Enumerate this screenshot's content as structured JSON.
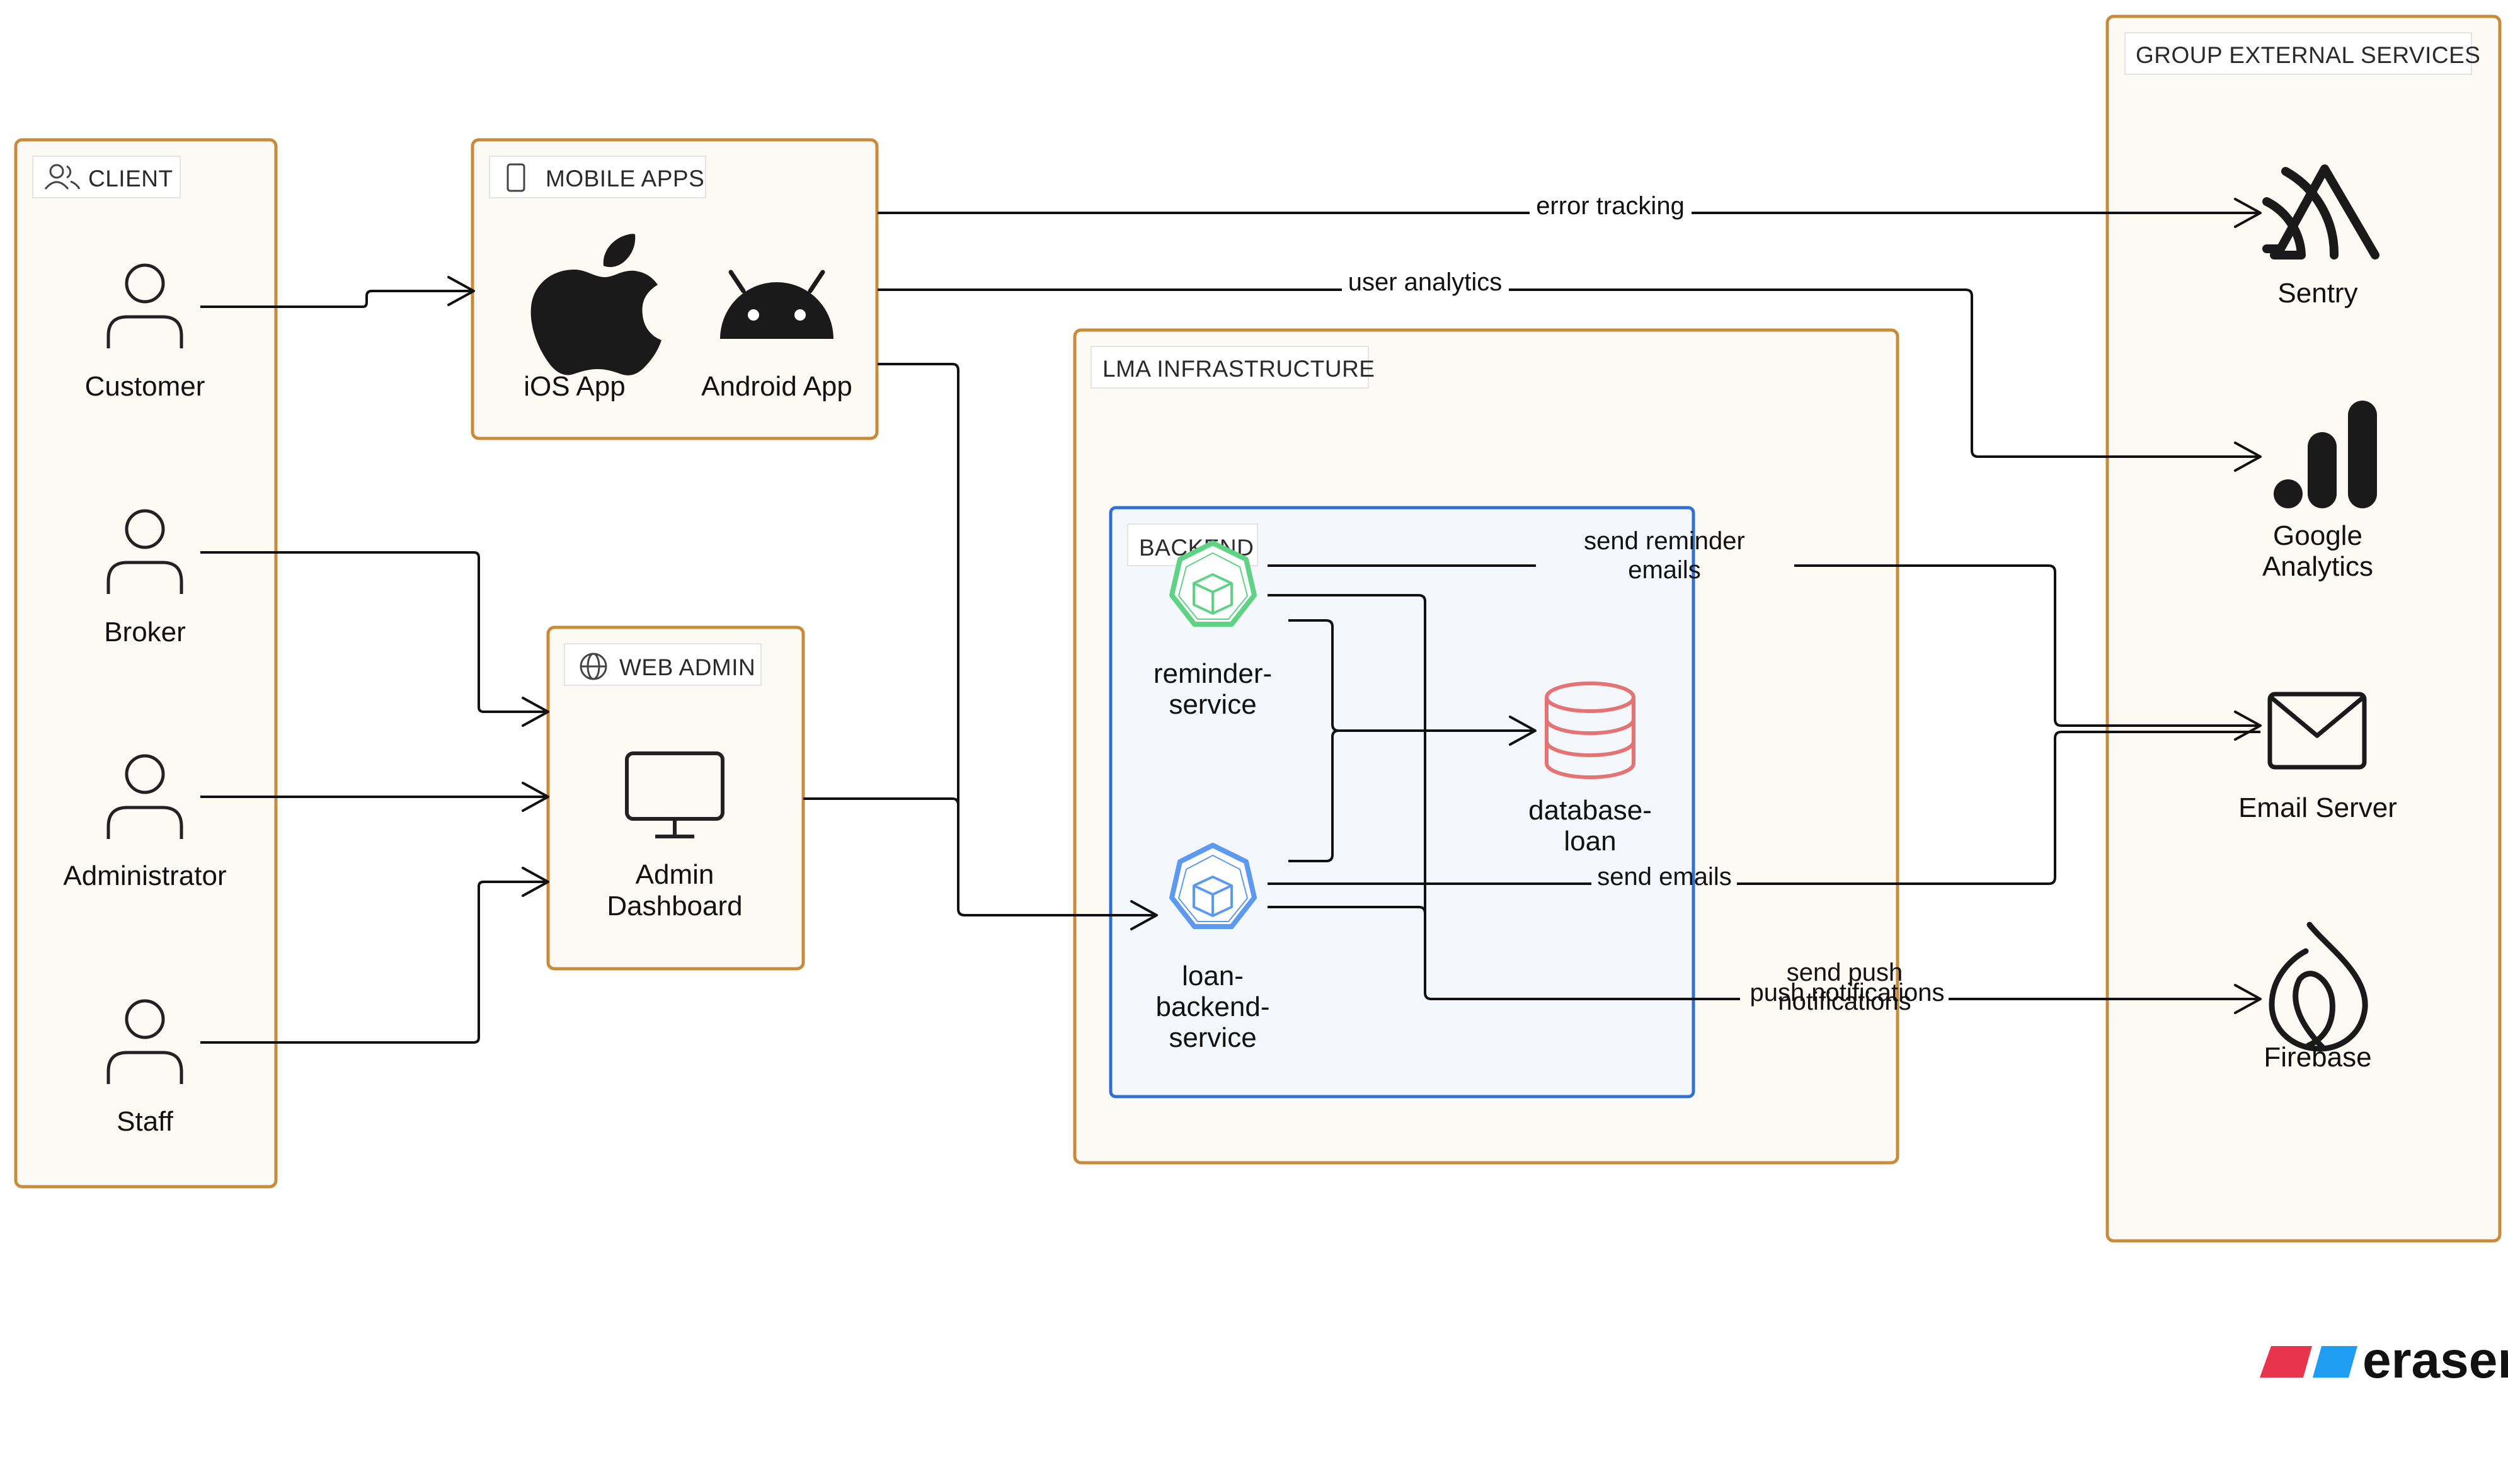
{
  "groups": {
    "client": "CLIENT",
    "mobile_apps": "MOBILE APPS",
    "web_admin": "WEB ADMIN",
    "lma_infrastructure": "LMA INFRASTRUCTURE",
    "backend": "BACKEND",
    "external": "GROUP EXTERNAL SERVICES"
  },
  "nodes": {
    "customer": "Customer",
    "broker": "Broker",
    "administrator": "Administrator",
    "staff": "Staff",
    "ios_app": "iOS App",
    "android_app": "Android App",
    "admin_dashboard_1": "Admin",
    "admin_dashboard_2": "Dashboard",
    "reminder_service_1": "reminder-",
    "reminder_service_2": "service",
    "loan_backend_1": "loan-",
    "loan_backend_2": "backend-",
    "loan_backend_3": "service",
    "database_1": "database-",
    "database_2": "loan",
    "sentry": "Sentry",
    "google_analytics_1": "Google",
    "google_analytics_2": "Analytics",
    "email_server": "Email Server",
    "firebase": "Firebase"
  },
  "edges": {
    "error_tracking": "error tracking",
    "user_analytics": "user analytics",
    "send_reminder_1": "send reminder",
    "send_reminder_2": "emails",
    "send_emails": "send emails",
    "send_push_1": "send push",
    "send_push_2": "notifications",
    "push_notifications": "push notifications"
  },
  "brand": {
    "name": "eraser"
  },
  "icons": {
    "client": "users-icon",
    "mobile": "smartphone-icon",
    "web": "globe-icon",
    "actor": "user-icon",
    "ios": "apple-icon",
    "android": "android-icon",
    "dashboard": "monitor-icon",
    "service": "kubernetes-pod-icon",
    "database": "database-icon",
    "sentry": "sentry-icon",
    "analytics": "google-analytics-icon",
    "email": "mail-icon",
    "firebase": "firebase-icon"
  },
  "colors": {
    "group_border": "#c98a3a",
    "group_fill": "#fbfaf5",
    "backend_border": "#2f6fd6",
    "backend_fill": "#f4f7fb",
    "reminder_service": "#5fd384",
    "loan_service": "#5b9af0",
    "database": "#e57373",
    "brand_red": "#e8344d",
    "brand_blue": "#1e9df2"
  }
}
